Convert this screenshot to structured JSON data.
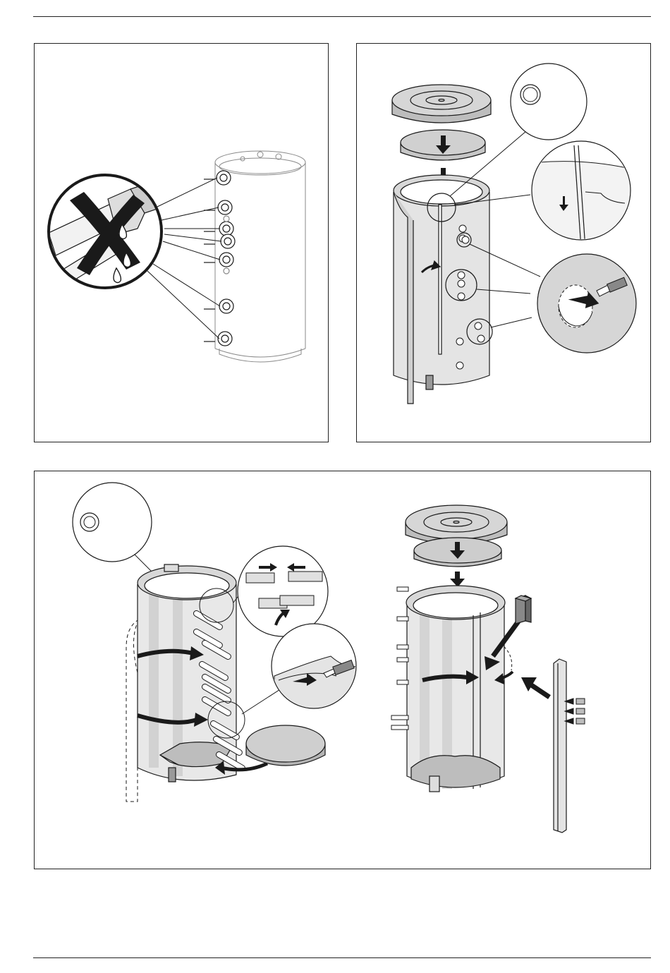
{
  "document": {
    "type": "installation-instructions-figures",
    "panel_count": 3,
    "panels": [
      {
        "id": "panel-1",
        "illustration": "tank-connections-leak-warning",
        "icons": [
          "leak-cross-icon",
          "water-drop-icon"
        ]
      },
      {
        "id": "panel-2",
        "illustration": "insulation-jacket-top-fitting",
        "icons": [
          "down-arrow-icon",
          "zipper-detail-icon",
          "knife-icon"
        ]
      },
      {
        "id": "panel-3",
        "illustration": "insulation-wrap-and-cover-assembly",
        "icons": [
          "wrap-arrow-icon",
          "clip-detail-icon",
          "knife-icon",
          "strip-arrow-icon"
        ]
      }
    ]
  },
  "colors": {
    "line": "#1a1a1a",
    "fill_light": "#e9e9e9",
    "fill_mid": "#cfcfcf",
    "fill_dark": "#b4b4b4",
    "tank_outline": "#888888"
  }
}
